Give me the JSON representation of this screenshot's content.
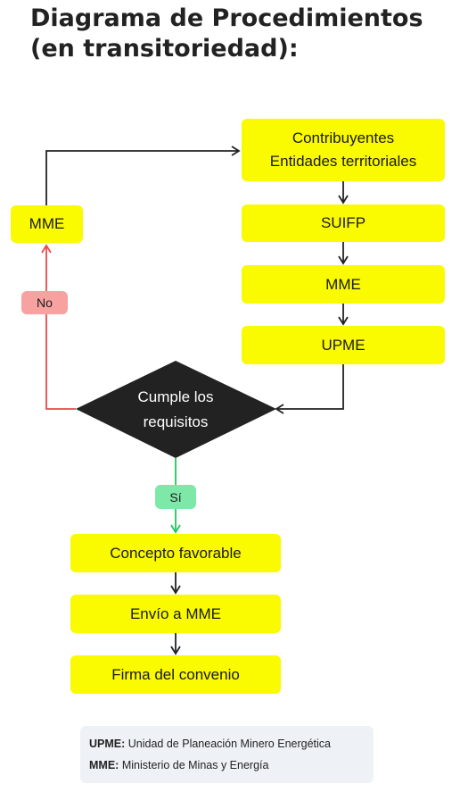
{
  "title": {
    "line1": "Diagrama de Procedimientos",
    "line2": "(en transitoriedad):"
  },
  "nodes": {
    "contribuyentes": {
      "line1": "Contribuyentes",
      "line2": "Entidades territoriales"
    },
    "suifp": "SUIFP",
    "mme_right": "MME",
    "upme": "UPME",
    "mme_left": "MME",
    "decision": {
      "line1": "Cumple los",
      "line2": "requisitos"
    },
    "concepto": "Concepto favorable",
    "envio": "Envío a MME",
    "firma": "Firma del convenio"
  },
  "edge_labels": {
    "no": "No",
    "si": "Sí"
  },
  "legend": [
    {
      "abbr": "UPME:",
      "text": "Unidad de Planeación Minero Energética"
    },
    {
      "abbr": "MME:",
      "text": "Ministerio de Minas y Energía"
    }
  ],
  "colors": {
    "process_box": "#fafa00",
    "decision": "#222222",
    "no_path": "#e84b4b",
    "no_badge": "#f7a1a1",
    "yes_path": "#22c55e",
    "yes_badge": "#7ee8a8",
    "legend_bg": "#eef2f7"
  }
}
